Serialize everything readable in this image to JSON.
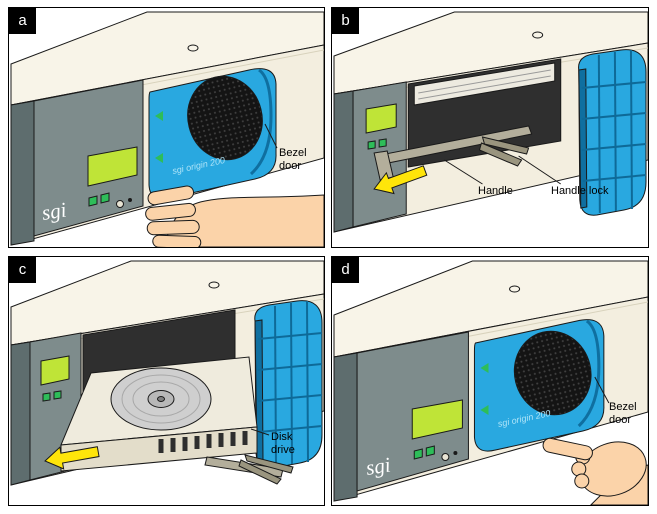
{
  "branding": {
    "logo": "sgi",
    "bezel_text": "sgi origin 200"
  },
  "colors": {
    "bezel_blue": "#29A8E0",
    "bezel_blue_dark": "#0F6FA0",
    "chassis_cream": "#F8F4E8",
    "chassis_front": "#F3EEDF",
    "panel_gray": "#7E8C8C",
    "edge_gray": "#5E6D6E",
    "lcd_green": "#BFE437",
    "led_green": "#2EBD59",
    "arrow_yellow": "#FFE50A",
    "hand_skin": "#FBD3A9",
    "outline": "#1A1A1A"
  },
  "panels": {
    "a": {
      "letter": "a",
      "labels": {
        "bezel_door": "Bezel door"
      }
    },
    "b": {
      "letter": "b",
      "labels": {
        "handle": "Handle",
        "handle_lock": "Handle lock"
      }
    },
    "c": {
      "letter": "c",
      "labels": {
        "disk_drive": "Disk drive"
      }
    },
    "d": {
      "letter": "d",
      "labels": {
        "bezel_door": "Bezel door"
      }
    }
  }
}
